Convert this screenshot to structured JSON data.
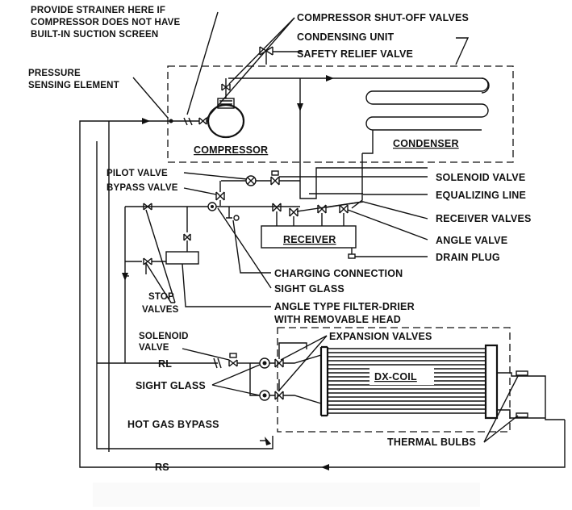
{
  "labels": {
    "strainer_1": "PROVIDE STRAINER HERE IF",
    "strainer_2": "COMPRESSOR DOES NOT HAVE",
    "strainer_3": "BUILT-IN SUCTION SCREEN",
    "pressure_1": "PRESSURE",
    "pressure_2": "SENSING ELEMENT",
    "comp_shutoff": "COMPRESSOR SHUT-OFF VALVES",
    "condensing_unit": "CONDENSING UNIT",
    "safety_relief": "SAFETY RELIEF VALVE",
    "compressor": "COMPRESSOR",
    "condenser": "CONDENSER",
    "pilot_valve": "PILOT VALVE",
    "bypass_valve": "BYPASS VALVE",
    "solenoid_valve": "SOLENOID VALVE",
    "equalizing_line": "EQUALIZING LINE",
    "receiver_valves": "RECEIVER VALVES",
    "receiver": "RECEIVER",
    "angle_valve": "ANGLE VALVE",
    "drain_plug": "DRAIN PLUG",
    "charging_connection": "CHARGING CONNECTION",
    "sight_glass_upper": "SIGHT GLASS",
    "stop_1": "STOP",
    "stop_2": "VALVES",
    "filter_1": "ANGLE TYPE FILTER-DRIER",
    "filter_2": "WITH REMOVABLE HEAD",
    "solenoid_1": "SOLENOID",
    "solenoid_2": "VALVE",
    "rl": "RL",
    "expansion_valves": "EXPANSION VALVES",
    "sight_glass_lower": "SIGHT GLASS",
    "dx_coil": "DX-COIL",
    "hot_gas_bypass": "HOT GAS BYPASS",
    "thermal_bulbs": "THERMAL BULBS",
    "rs": "RS"
  }
}
